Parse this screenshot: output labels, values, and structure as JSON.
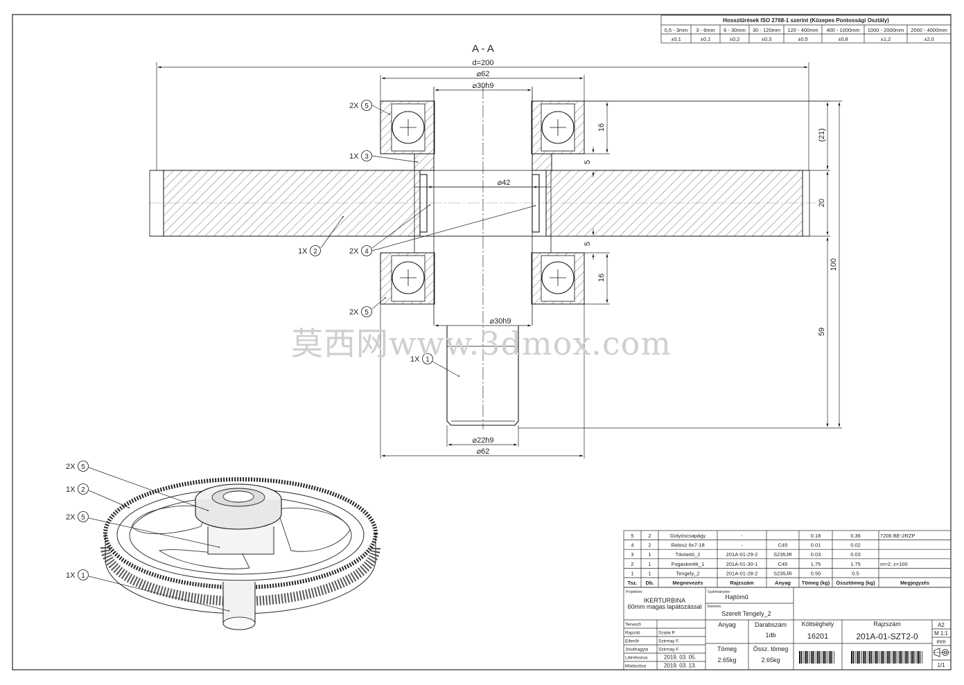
{
  "section": {
    "title": "A - A"
  },
  "dimensions": {
    "d200": "d=200",
    "phi62_top": "⌀62",
    "phi30h9_top": "⌀30h9",
    "phi42": "⌀42",
    "phi30h9_bot": "⌀30h9",
    "phi22h9": "⌀22h9",
    "phi62_bot": "⌀62",
    "v16_top": "16",
    "v5_top": "5",
    "v21": "(21)",
    "v20": "20",
    "v5_bot": "5",
    "v16_bot": "16",
    "v100": "100",
    "v59": "59"
  },
  "callouts": {
    "c_2x5_top": {
      "count": "2X",
      "num": "5"
    },
    "c_1x3": {
      "count": "1X",
      "num": "3"
    },
    "c_1x2": {
      "count": "1X",
      "num": "2"
    },
    "c_2x4": {
      "count": "2X",
      "num": "4"
    },
    "c_2x5_bot": {
      "count": "2X",
      "num": "5"
    },
    "c_1x1": {
      "count": "1X",
      "num": "1"
    },
    "iso_2x5_a": {
      "count": "2X",
      "num": "5"
    },
    "iso_1x2": {
      "count": "1X",
      "num": "2"
    },
    "iso_2x5_b": {
      "count": "2X",
      "num": "5"
    },
    "iso_1x1": {
      "count": "1X",
      "num": "1"
    }
  },
  "watermark": "莫西网www.3dmox.com",
  "tolerance": {
    "title": "Hossztűrések ISO 2768-1 szerint (Közepes Pontossági Osztály)",
    "ranges": [
      "0,5 - 3mm",
      "3 - 6mm",
      "6 - 30mm",
      "30 - 120mm",
      "120 - 400mm",
      "400 - 1000mm",
      "1000 - 2000mm",
      "2000 - 4000mm"
    ],
    "values": [
      "±0,1",
      "±0,1",
      "±0,2",
      "±0,3",
      "±0,5",
      "±0,8",
      "±1,2",
      "±2,0"
    ]
  },
  "bom": {
    "headers": [
      "Tsz.",
      "Db.",
      "Megnevezés",
      "Rajzszám",
      "Anyag",
      "Tömeg (kg)",
      "Össztömeg (kg)",
      "Megjegyzés"
    ],
    "rows": [
      [
        "5",
        "2",
        "Golyóscsapágy",
        "-",
        "",
        "0.18",
        "0.36",
        "7206 BE-2RZP"
      ],
      [
        "4",
        "2",
        "Retesz 8x7-18",
        "-",
        "C45",
        "0.01",
        "0.02",
        ""
      ],
      [
        "3",
        "1",
        "Távtartó_2",
        "201A-01-29-2",
        "S235JR",
        "0.03",
        "0.03",
        ""
      ],
      [
        "2",
        "1",
        "Fogaskerék_1",
        "201A-01-30-1",
        "C45",
        "1.75",
        "1.75",
        "m=2; z=100"
      ],
      [
        "1",
        "1",
        "Tengely_2",
        "201A-01-28-2",
        "S235JR",
        "0.50",
        "0.5",
        ""
      ]
    ]
  },
  "titleblock": {
    "project_label": "Projektnév",
    "project_line1": "IKERTURBINA",
    "project_line2": "60mm magas lapátozással",
    "group_label": "Gyártmánynév",
    "group_value": "Hajtómű",
    "element_label": "Elemnév",
    "element_value": "Szerelt Tengely_2",
    "roles": [
      {
        "role": "Tervező",
        "name": ""
      },
      {
        "role": "Rajzoló",
        "name": "Szalai P."
      },
      {
        "role": "Ellenőr",
        "name": "Szirmay F."
      },
      {
        "role": "Jóváhagyta",
        "name": "Szirmay F."
      },
      {
        "role": "Létrehozva",
        "name": "2019. 03. 05."
      },
      {
        "role": "Módosítva",
        "name": "2019. 03. 13."
      }
    ],
    "material_label": "Anyag",
    "quantity_label": "Darabszám",
    "quantity_value": "1db",
    "costcenter_label": "Költséghely",
    "costcenter_value": "16201",
    "drawingno_label": "Rajzszám",
    "drawingno_value": "201A-01-SZT2-0",
    "mass_label": "Tömeg",
    "mass_value": "2.65kg",
    "totalmass_label": "Össz. tömeg",
    "totalmass_value": "2.65kg",
    "format": "A2",
    "scale": "M 1:1",
    "unit": "mm",
    "sheet": "1/1"
  }
}
